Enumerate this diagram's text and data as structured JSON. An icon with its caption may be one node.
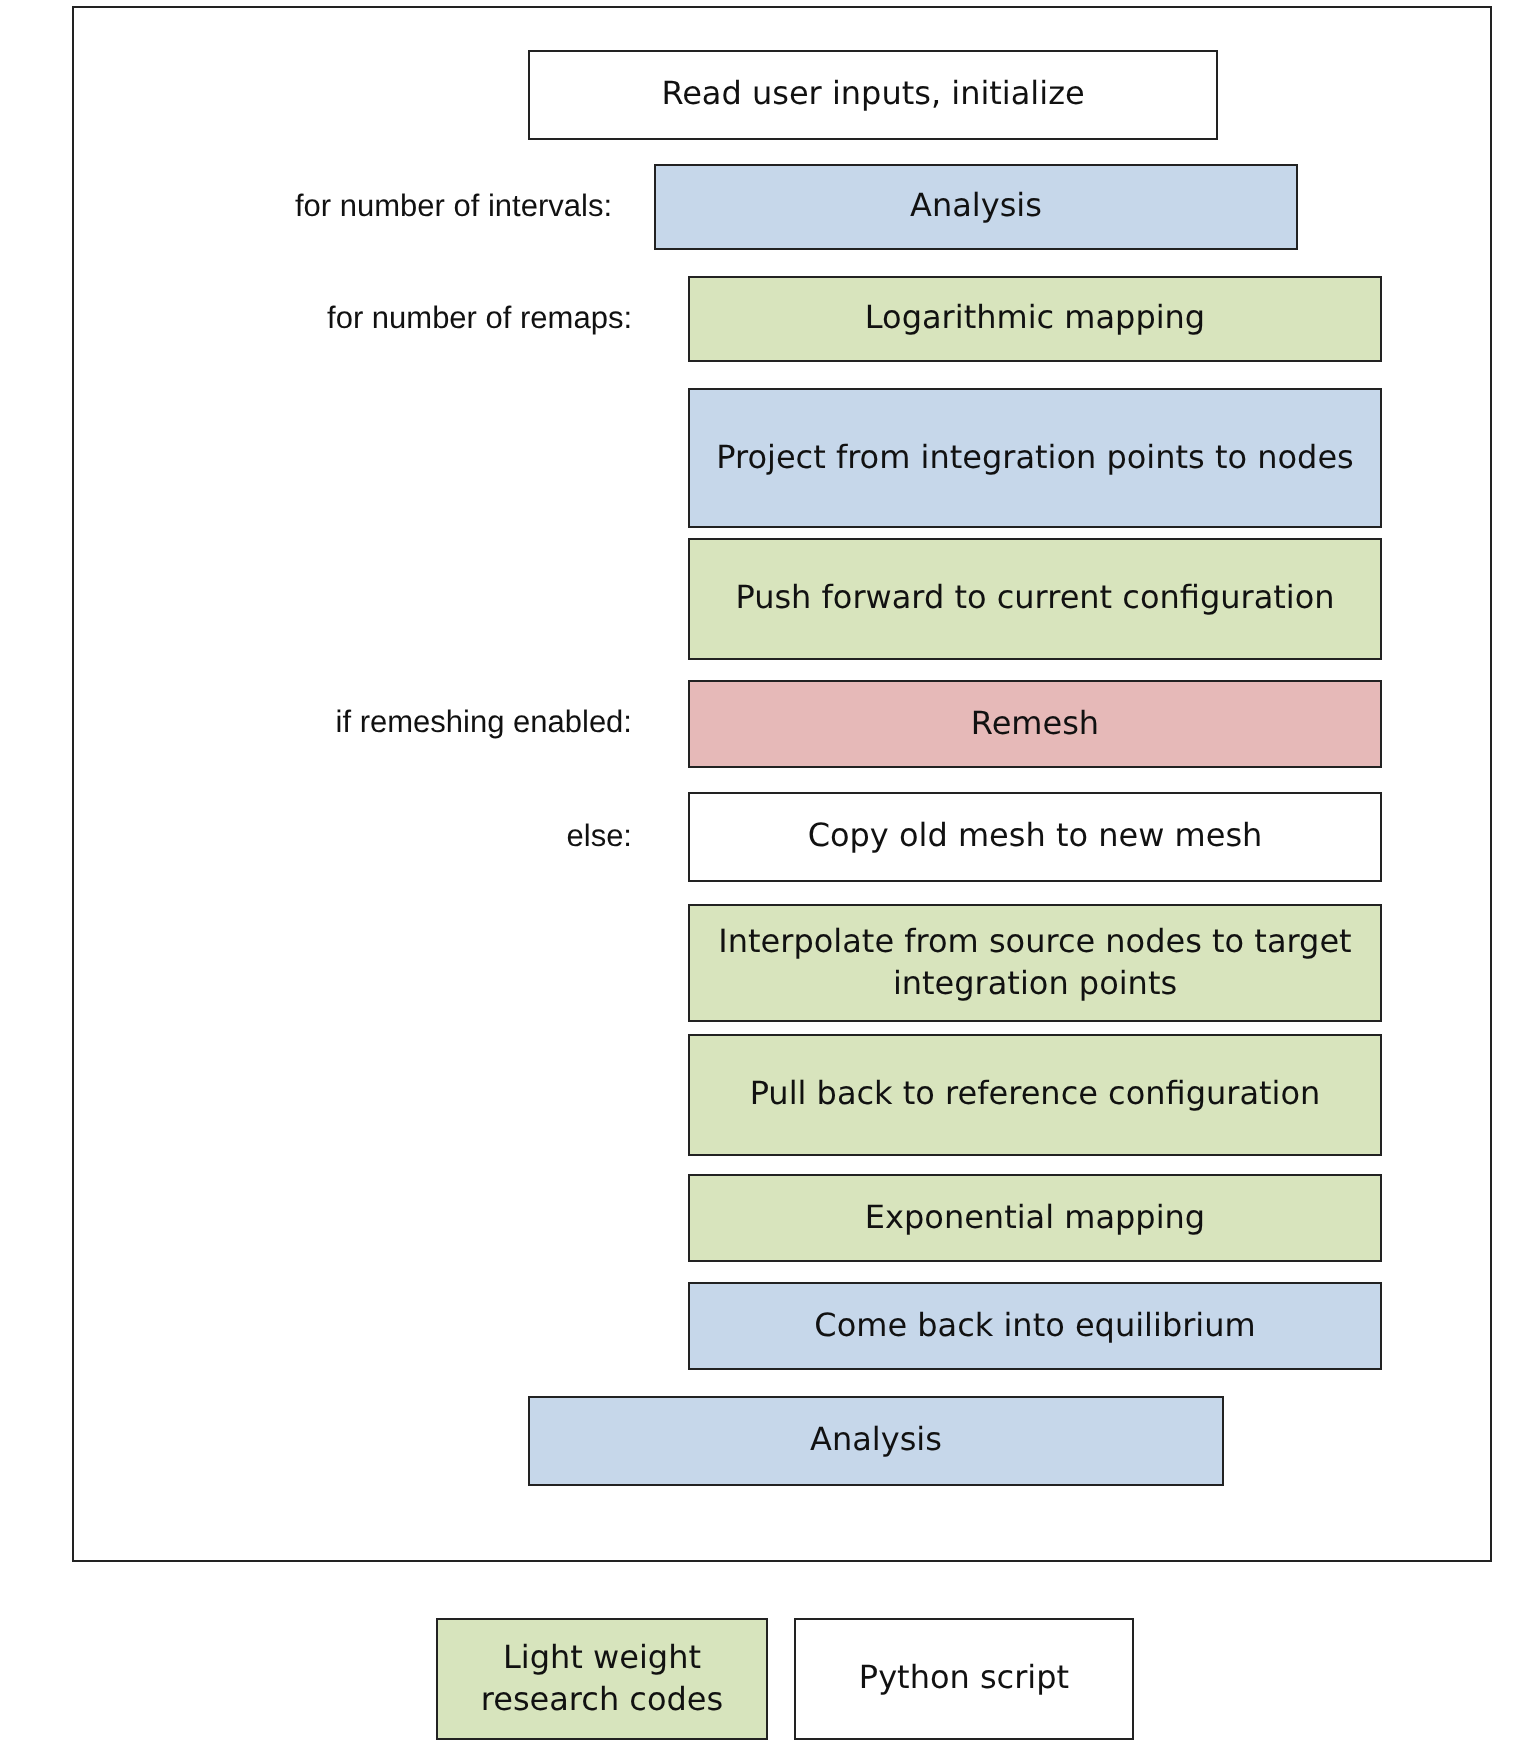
{
  "diagram": {
    "nodes": [
      {
        "text": [],
        "shape": "box"
      },
      {
        "text": [
          "Read user inputs, initialize"
        ],
        "in": 0
      },
      {
        "text": [
          "Analysis"
        ],
        "in": 0,
        "beside": [
          "for number of intervals:"
        ]
      },
      {
        "text": [
          "Logarithmic mapping"
        ],
        "in": 0,
        "beside": [
          "for number of remaps:"
        ]
      },
      {
        "text": [
          "Project from integration points to nodes"
        ],
        "in": 0
      },
      {
        "text": [
          "Push forward to current configuration"
        ],
        "in": 0
      },
      {
        "text": [
          "Remesh"
        ],
        "in": 0,
        "beside": [
          "if remeshing enabled:"
        ]
      },
      {
        "text": [
          "Copy old mesh to new mesh"
        ],
        "in": 0,
        "beside": [
          "else:"
        ]
      },
      {
        "text": [
          "Interpolate from source nodes to target integration points"
        ],
        "in": 0
      },
      {
        "text": [
          "Pull back to reference configuration"
        ],
        "in": 0
      },
      {
        "text": [
          "Exponential mapping"
        ],
        "in": 0
      },
      {
        "text": [
          "Come back into equilibrium"
        ],
        "in": 0
      },
      {
        "text": [
          "Analysis"
        ],
        "in": 0
      }
    ],
    "legend": [
      {
        "text": "Light weight research codes",
        "color": "#d7e4bd"
      },
      {
        "text": "Python script",
        "color": "#ffffff"
      }
    ]
  }
}
